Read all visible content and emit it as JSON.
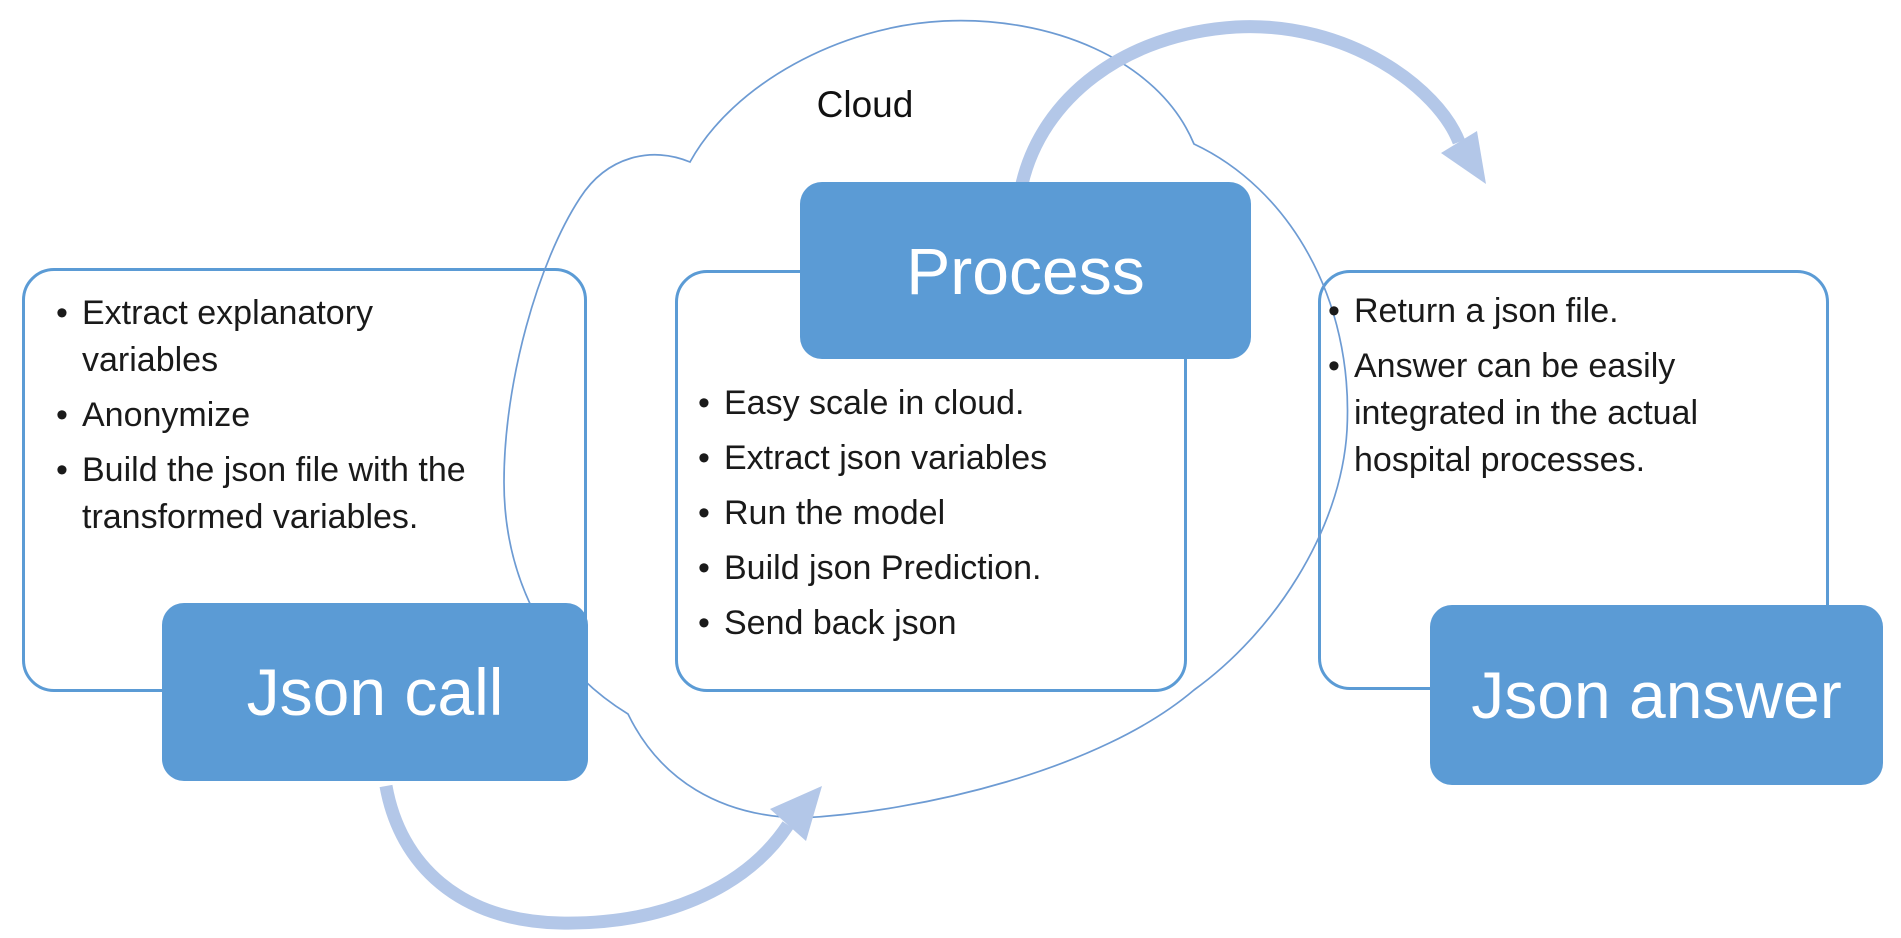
{
  "cloud_label": "Cloud",
  "stages": {
    "json_call": {
      "title": "Json call",
      "bullets": [
        "Extract explanatory\nvariables",
        "Anonymize",
        "Build the json file with the\ntransformed variables."
      ]
    },
    "process": {
      "title": "Process",
      "bullets": [
        "Easy scale in cloud.",
        "Extract json variables",
        "Run the model",
        "Build json Prediction.",
        "Send back json"
      ]
    },
    "json_answer": {
      "title": "Json answer",
      "bullets": [
        "Return a json file.",
        "Answer can be easily\nintegrated in the actual\nhospital processes."
      ]
    }
  },
  "colors": {
    "box_fill": "#5b9bd5",
    "panel_border": "#5b9bd5",
    "panel_bg": "#ffffff",
    "arrow_fill": "#b3c7e8",
    "cloud_line": "#6d9bd3",
    "bullet_text": "#1a1a1a",
    "label_text": "#ffffff",
    "cloud_label_text": "#111111"
  }
}
